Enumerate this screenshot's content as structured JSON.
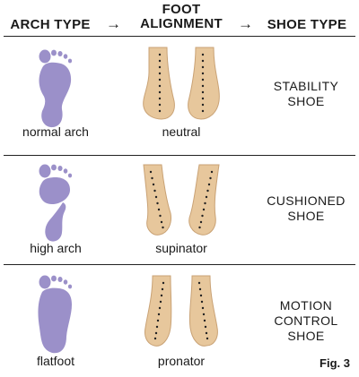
{
  "header": {
    "arch_type": "ARCH TYPE",
    "arrow1": "→",
    "foot_alignment_line1": "FOOT",
    "foot_alignment_line2": "ALIGNMENT",
    "arrow2": "→",
    "shoe_type": "SHOE TYPE"
  },
  "rows": [
    {
      "arch": "normal arch",
      "alignment": "neutral",
      "shoe_line1": "STABILITY",
      "shoe_line2": "SHOE",
      "shoe_line3": ""
    },
    {
      "arch": "high arch",
      "alignment": "supinator",
      "shoe_line1": "CUSHIONED",
      "shoe_line2": "SHOE",
      "shoe_line3": ""
    },
    {
      "arch": "flatfoot",
      "alignment": "pronator",
      "shoe_line1": "MOTION",
      "shoe_line2": "CONTROL",
      "shoe_line3": "SHOE"
    }
  ],
  "figure_label": "Fig. 3",
  "colors": {
    "footprint": "#9b90c9",
    "skin": "#e7c79c",
    "skin_shade": "#c9a275",
    "divider": "#222222"
  }
}
